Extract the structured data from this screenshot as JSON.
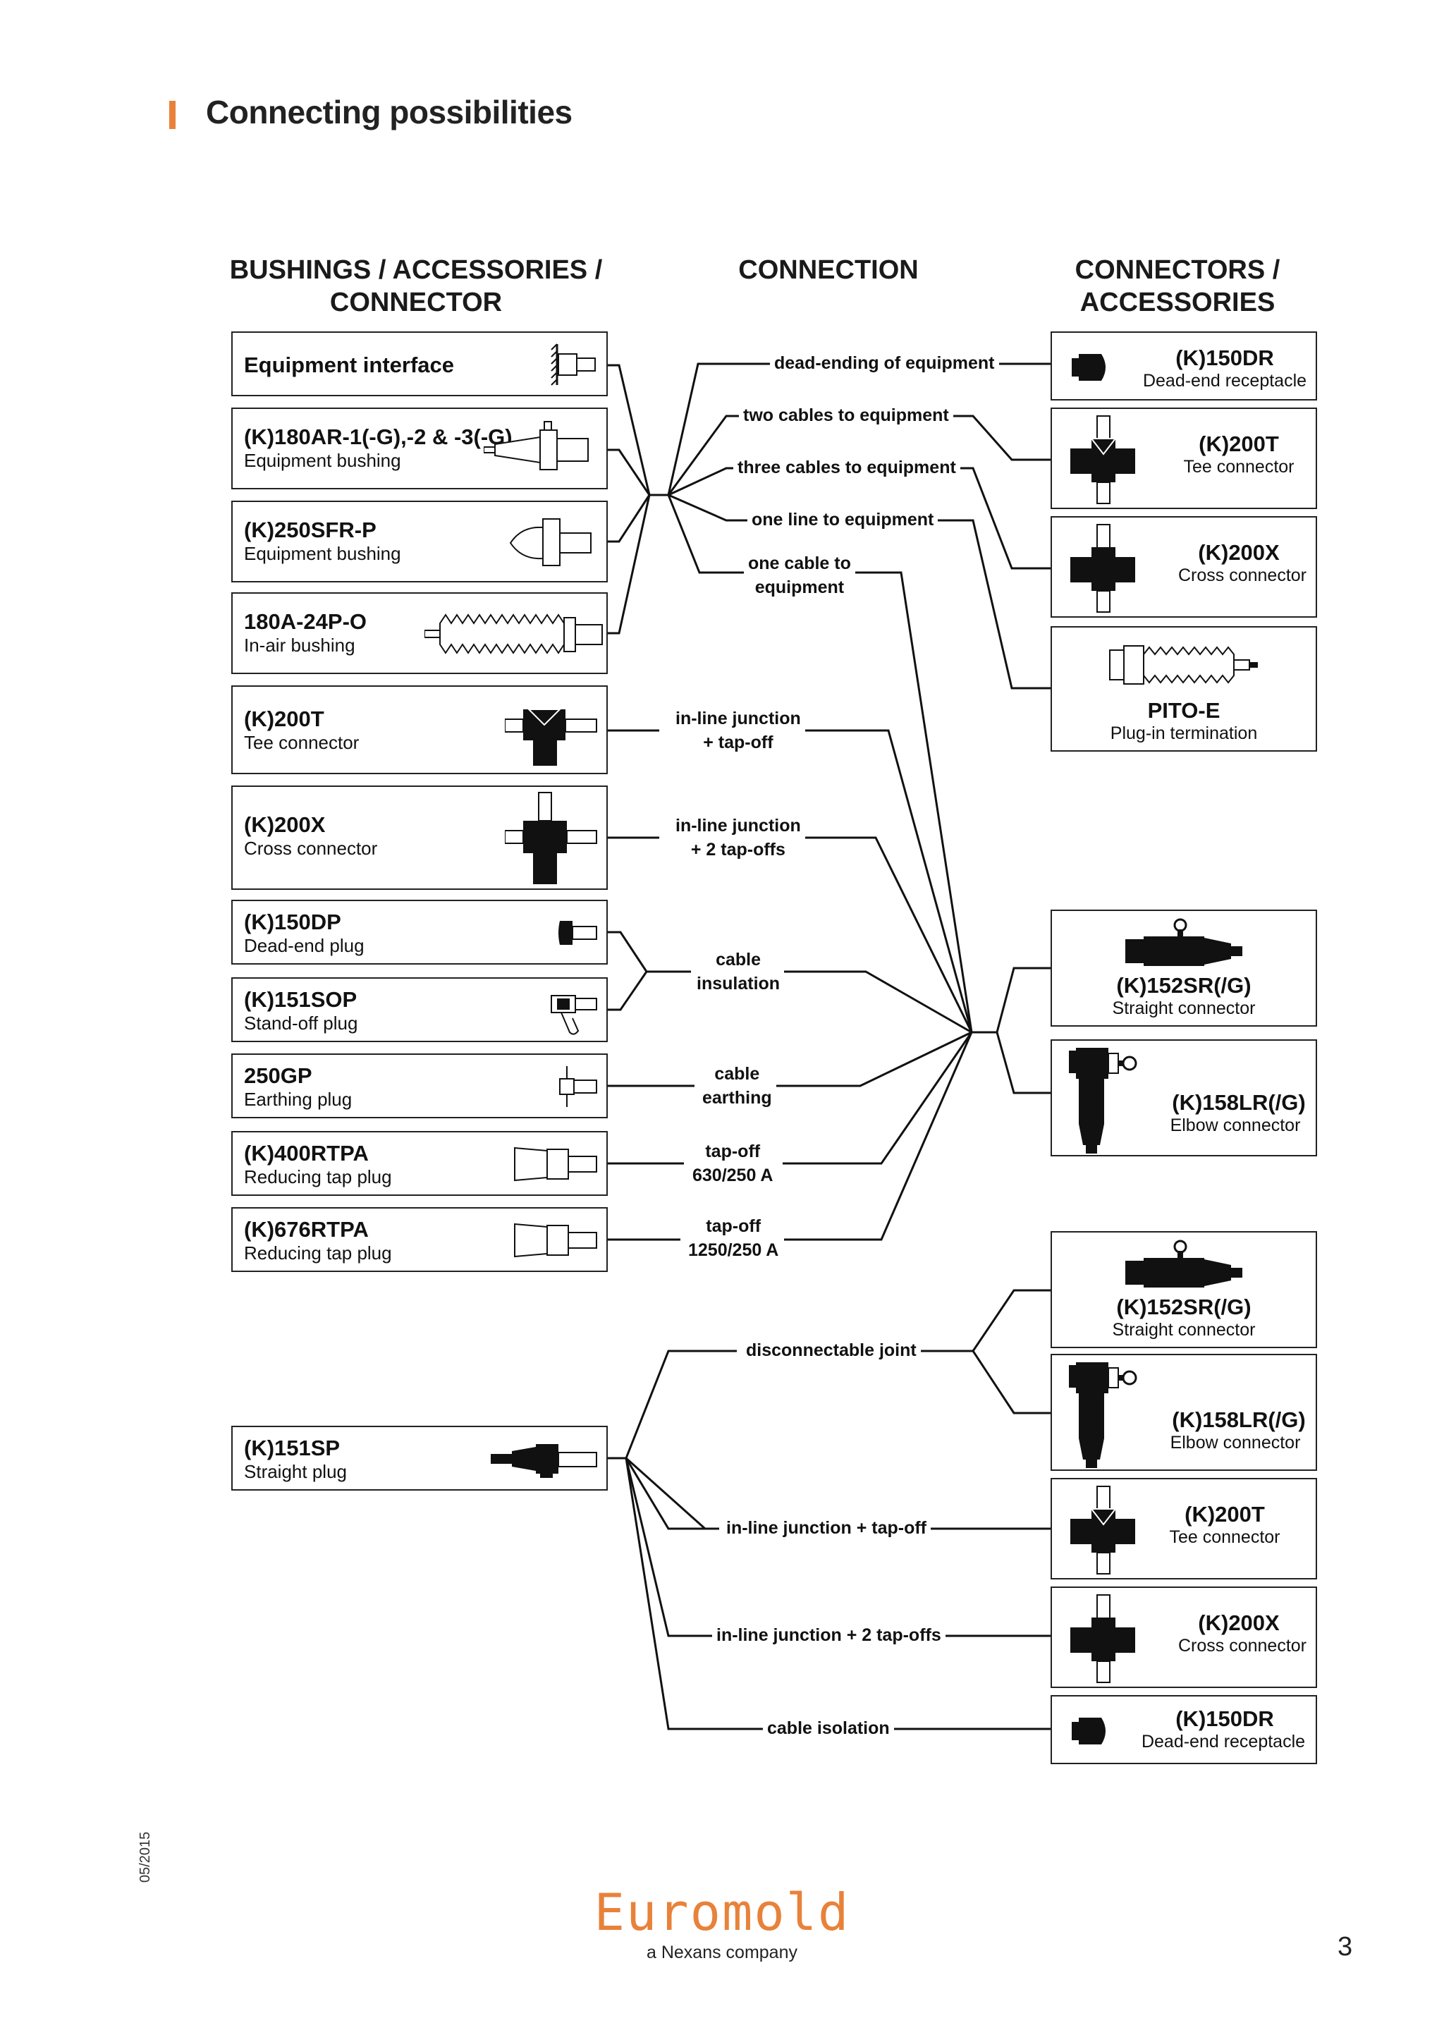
{
  "page_title": "Connecting possibilities",
  "headers": {
    "left": [
      "BUSHINGS / ACCESSORIES /",
      "CONNECTOR"
    ],
    "center": "CONNECTION",
    "right": [
      "CONNECTORS /",
      "ACCESSORIES"
    ]
  },
  "left_items": [
    {
      "name": "Equipment interface",
      "sub": ""
    },
    {
      "name": "(K)180AR-1(-G),-2 & -3(-G)",
      "sub": "Equipment bushing"
    },
    {
      "name": "(K)250SFR-P",
      "sub": "Equipment bushing"
    },
    {
      "name": "180A-24P-O",
      "sub": "In-air bushing"
    },
    {
      "name": "(K)200T",
      "sub": "Tee connector"
    },
    {
      "name": "(K)200X",
      "sub": "Cross connector"
    },
    {
      "name": "(K)150DP",
      "sub": "Dead-end plug"
    },
    {
      "name": "(K)151SOP",
      "sub": "Stand-off plug"
    },
    {
      "name": "250GP",
      "sub": "Earthing plug"
    },
    {
      "name": "(K)400RTPA",
      "sub": "Reducing tap plug"
    },
    {
      "name": "(K)676RTPA",
      "sub": "Reducing tap plug"
    },
    {
      "name": "(K)151SP",
      "sub": "Straight plug"
    }
  ],
  "connections": [
    "dead-ending of equipment",
    "two cables to equipment",
    "three cables to equipment",
    "one line to equipment",
    [
      "one cable to",
      "equipment"
    ],
    [
      "in-line junction",
      "+ tap-off"
    ],
    [
      "in-line junction",
      "+ 2 tap-offs"
    ],
    [
      "cable",
      "insulation"
    ],
    [
      "cable",
      "earthing"
    ],
    [
      "tap-off",
      "630/250 A"
    ],
    [
      "tap-off",
      "1250/250 A"
    ],
    "disconnectable joint",
    "in-line junction + tap-off",
    "in-line junction + 2 tap-offs",
    "cable isolation"
  ],
  "right_items": [
    {
      "name": "(K)150DR",
      "sub": "Dead-end receptacle"
    },
    {
      "name": "(K)200T",
      "sub": "Tee connector"
    },
    {
      "name": "(K)200X",
      "sub": "Cross connector"
    },
    {
      "name": "PITO-E",
      "sub": "Plug-in termination"
    },
    {
      "name": "(K)152SR(/G)",
      "sub": "Straight connector"
    },
    {
      "name": "(K)158LR(/G)",
      "sub": "Elbow connector"
    },
    {
      "name": "(K)152SR(/G)",
      "sub": "Straight connector"
    },
    {
      "name": "(K)158LR(/G)",
      "sub": "Elbow connector"
    },
    {
      "name": "(K)200T",
      "sub": "Tee connector"
    },
    {
      "name": "(K)200X",
      "sub": "Cross connector"
    },
    {
      "name": "(K)150DR",
      "sub": "Dead-end receptacle"
    }
  ],
  "footer": {
    "date": "05/2015",
    "brand": "Euromold",
    "brand_sub": "a Nexans company",
    "page_number": "3"
  },
  "colors": {
    "accent": "#e8823a",
    "ink": "#111111"
  }
}
